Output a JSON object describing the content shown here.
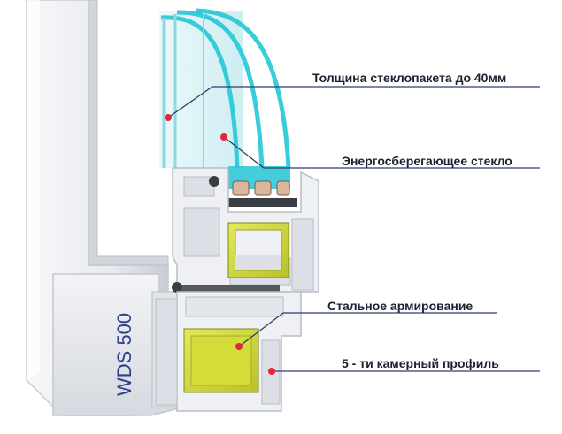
{
  "diagram": {
    "subject": "Window profile cross-section",
    "brand_label": "WDS 500",
    "callouts": [
      {
        "id": "glazing-thickness",
        "text": "Толщина стеклопакета до 40мм"
      },
      {
        "id": "energy-glass",
        "text": "Энергосберегающее стекло"
      },
      {
        "id": "steel-reinforcement",
        "text": "Стальное армирование"
      },
      {
        "id": "chamber-profile",
        "text": "5 - ти камерный профиль"
      }
    ],
    "colors": {
      "pvc": "#eceef2",
      "pvc_shadow": "#b9bdc6",
      "glass_tint": "#8fe3ee",
      "glass_edge": "#23c6d6",
      "steel": "#d4dc3a",
      "gasket": "#3a3d44",
      "leader": "#2c3e68",
      "marker": "#e0263a",
      "label_text": "#1c2030"
    }
  }
}
